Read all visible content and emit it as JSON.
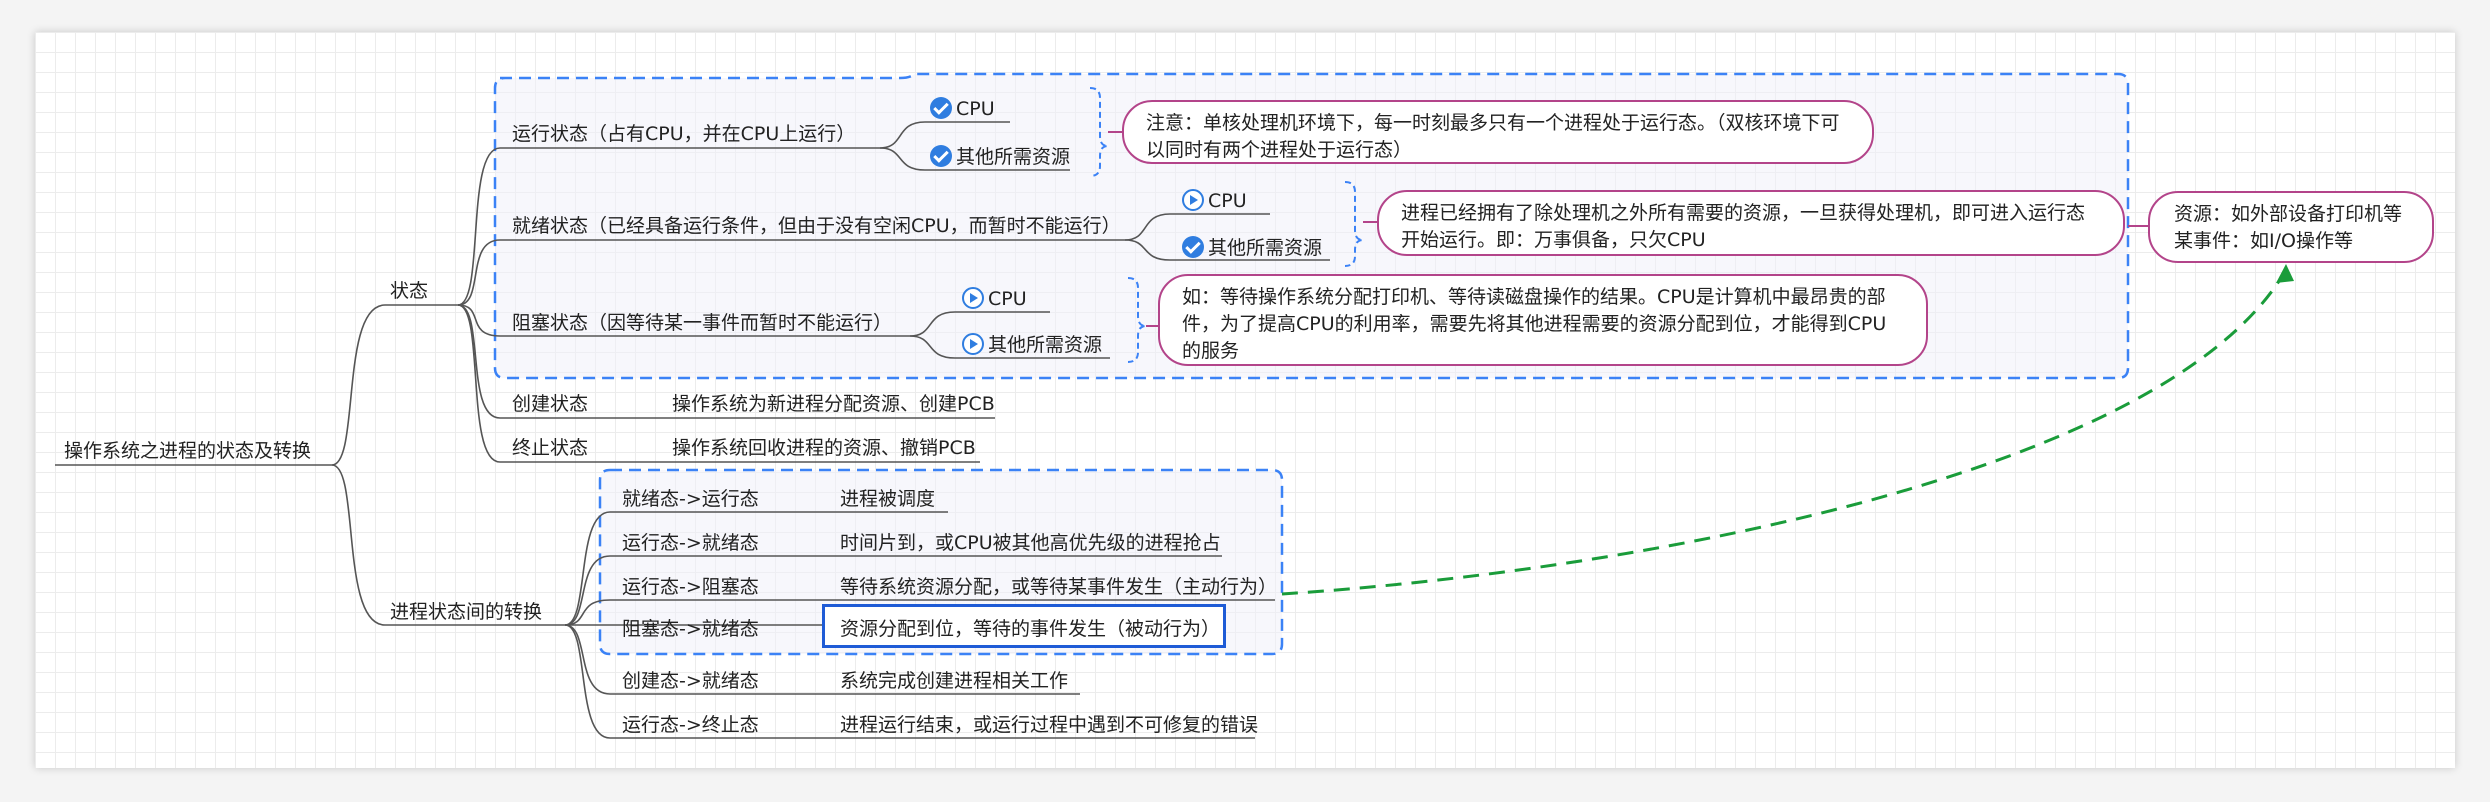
{
  "root": "操作系统之进程的状态及转换",
  "states": {
    "label": "状态",
    "running": {
      "label": "运行状态（占有CPU，并在CPU上运行）",
      "cpu": "CPU",
      "other": "其他所需资源",
      "cpu_icon": "check-icon",
      "other_icon": "check-icon",
      "note": "注意：单核处理机环境下，每一时刻最多只有一个进程处于运行态。（双核环境下可以同时有两个进程处于运行态）"
    },
    "ready": {
      "label": "就绪状态（已经具备运行条件，但由于没有空闲CPU，而暂时不能运行）",
      "cpu": "CPU",
      "other": "其他所需资源",
      "cpu_icon": "play-icon",
      "other_icon": "check-icon",
      "note": "进程已经拥有了除处理机之外所有需要的资源，一旦获得处理机，即可进入运行态开始运行。即：万事俱备，只欠CPU"
    },
    "blocked": {
      "label": "阻塞状态（因等待某一事件而暂时不能运行）",
      "cpu": "CPU",
      "other": "其他所需资源",
      "cpu_icon": "play-icon",
      "other_icon": "play-icon",
      "note": "如：等待操作系统分配打印机、等待读磁盘操作的结果。CPU是计算机中最昂贵的部件，为了提高CPU的利用率，需要先将其他进程需要的资源分配到位，才能得到CPU的服务"
    },
    "create": {
      "label": "创建状态",
      "desc": "操作系统为新进程分配资源、创建PCB"
    },
    "terminate": {
      "label": "终止状态",
      "desc": "操作系统回收进程的资源、撤销PCB"
    },
    "resource_note": "资源：如外部设备打印机等某事件：如I/O操作等"
  },
  "transitions": {
    "label": "进程状态间的转换",
    "items": [
      {
        "from": "就绪态->运行态",
        "desc": "进程被调度"
      },
      {
        "from": "运行态->就绪态",
        "desc": "时间片到，或CPU被其他高优先级的进程抢占"
      },
      {
        "from": "运行态->阻塞态",
        "desc": "等待系统资源分配，或等待某事件发生（主动行为）"
      },
      {
        "from": "阻塞态->就绪态",
        "desc": "资源分配到位，等待的事件发生（被动行为）"
      },
      {
        "from": "创建态->就绪态",
        "desc": "系统完成创建进程相关工作"
      },
      {
        "from": "运行态->终止态",
        "desc": "进程运行结束，或运行过程中遇到不可修复的错误"
      }
    ]
  },
  "colors": {
    "line": "#555555",
    "dash_box": "#3b82f6",
    "note_border": "#b3448a",
    "arrow": "#1a9c3a",
    "selection": "#1e5bd6"
  }
}
